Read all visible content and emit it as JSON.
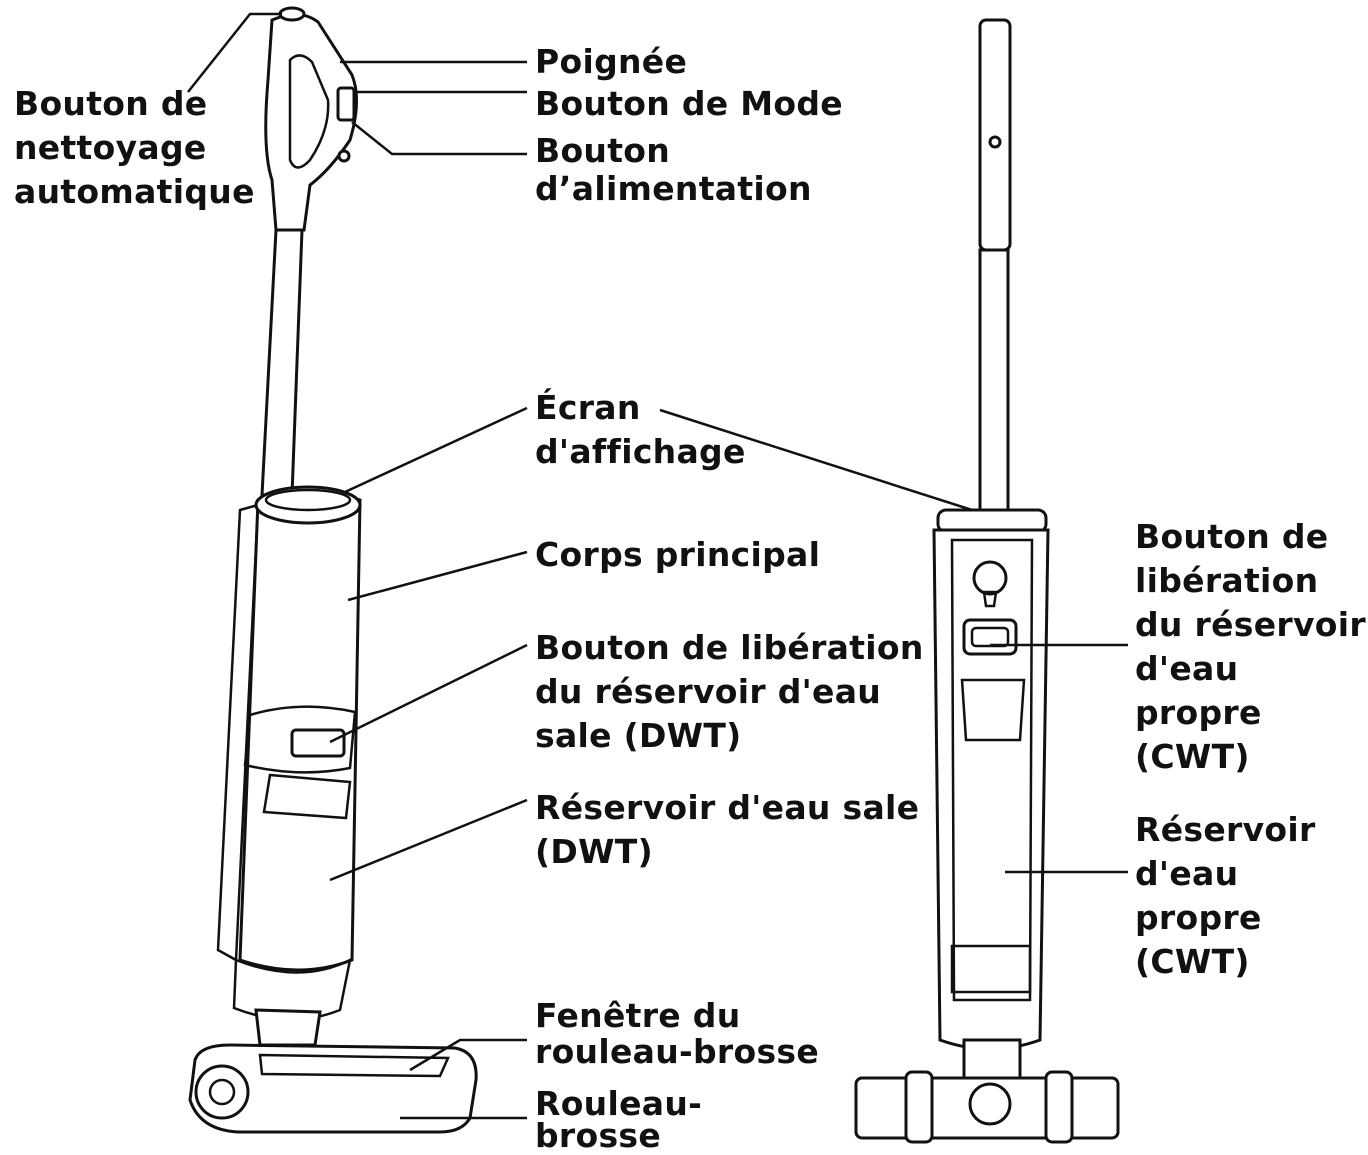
{
  "diagram": {
    "labels": {
      "auto_clean_button": "Bouton de\nnettoyage\nautomatique",
      "handle": "Poignée",
      "mode_button": "Bouton de Mode",
      "power_button": "Bouton\nd’alimentation",
      "display_screen": "Écran\nd'affichage",
      "main_body": "Corps principal",
      "dwt_release_button": "Bouton de libération\ndu réservoir d'eau\nsale (DWT)",
      "dwt_tank": "Réservoir d'eau sale\n(DWT)",
      "brushroll_window": "Fenêtre du\nrouleau-brosse",
      "brushroll": "Rouleau-\nbrosse",
      "cwt_release_button": "Bouton de\nlibération\ndu réservoir\nd'eau\npropre\n(CWT)",
      "cwt_tank": "Réservoir\nd'eau\npropre\n(CWT)"
    }
  }
}
